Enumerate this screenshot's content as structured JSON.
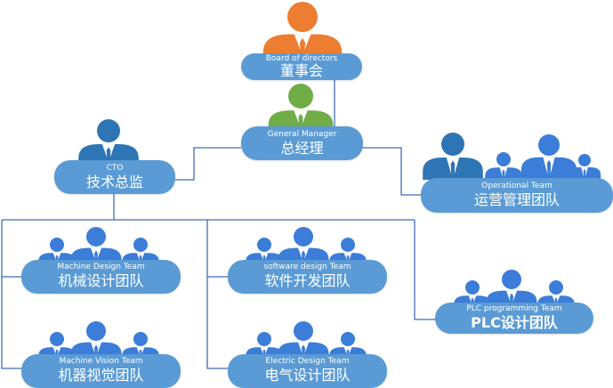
{
  "colors": {
    "box": "#5b9bd5",
    "connector": "#3f6fb5",
    "board_person": "#ed7d31",
    "manager_person": "#70ad47",
    "cto_person": "#2e75b6",
    "team_person_dark": "#2e75b6",
    "team_person": "#3b7dd8",
    "tie": "#ffffff"
  },
  "nodes": [
    {
      "id": "board",
      "en": "Board of directors",
      "zh": "董事会",
      "icon": "person-icon"
    },
    {
      "id": "gm",
      "en": "General Manager",
      "zh": "总经理",
      "icon": "person-icon"
    },
    {
      "id": "cto",
      "en": "CTO",
      "zh": "技术总监",
      "icon": "person-icon"
    },
    {
      "id": "operational",
      "en": "Operational Team",
      "zh": "运营管理团队",
      "icon": "team-icon"
    },
    {
      "id": "machine-design",
      "en": "Machine Design Team",
      "zh": "机械设计团队",
      "icon": "team-icon"
    },
    {
      "id": "software-design",
      "en": "software design Team",
      "zh": "软件开发团队",
      "icon": "team-icon"
    },
    {
      "id": "plc",
      "en": "PLC programming Team",
      "zh": "PLC设计团队",
      "icon": "team-icon"
    },
    {
      "id": "machine-vision",
      "en": "Machine Vision Team",
      "zh": "机器视觉团队",
      "icon": "team-icon"
    },
    {
      "id": "electric-design",
      "en": "Electric Design Team",
      "zh": "电气设计团队",
      "icon": "team-icon"
    }
  ],
  "edges": [
    {
      "from": "board",
      "to": "gm"
    },
    {
      "from": "gm",
      "to": "cto"
    },
    {
      "from": "gm",
      "to": "operational"
    },
    {
      "from": "cto",
      "to": "machine-design"
    },
    {
      "from": "cto",
      "to": "software-design"
    },
    {
      "from": "cto",
      "to": "plc"
    },
    {
      "from": "cto",
      "to": "machine-vision"
    },
    {
      "from": "cto",
      "to": "electric-design"
    }
  ]
}
